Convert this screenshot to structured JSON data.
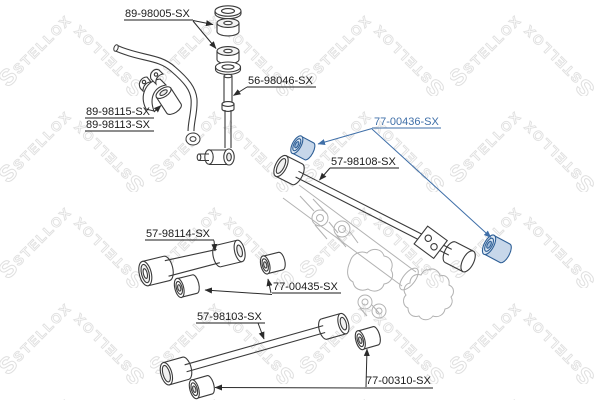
{
  "app": {
    "type": "parts-catalog-exploded-diagram"
  },
  "brand": {
    "watermark_text": "STELLOX",
    "watermark_logo_letter": "S"
  },
  "diagram": {
    "labels": [
      {
        "part_number": "89-98005-SX",
        "highlighted": false
      },
      {
        "part_number": "56-98046-SX",
        "highlighted": false
      },
      {
        "part_number": "89-98115-SX",
        "highlighted": false
      },
      {
        "part_number": "89-98113-SX",
        "highlighted": false
      },
      {
        "part_number": "77-00436-SX",
        "highlighted": true
      },
      {
        "part_number": "57-98108-SX",
        "highlighted": false
      },
      {
        "part_number": "57-98114-SX",
        "highlighted": false
      },
      {
        "part_number": "77-00435-SX",
        "highlighted": false
      },
      {
        "part_number": "57-98103-SX",
        "highlighted": false
      },
      {
        "part_number": "77-00310-SX",
        "highlighted": false
      }
    ],
    "parts": [
      {
        "name": "stabilizer-link-washers-and-bushings"
      },
      {
        "name": "stabilizer-link-rod"
      },
      {
        "name": "stabilizer-bar-with-bushing-and-bracket"
      },
      {
        "name": "track-control-rod"
      },
      {
        "name": "track-rod-bushing-highlighted-left"
      },
      {
        "name": "track-rod-bushing-highlighted-right"
      },
      {
        "name": "upper-lateral-arm"
      },
      {
        "name": "upper-arm-bushings"
      },
      {
        "name": "lower-lateral-arm"
      },
      {
        "name": "lower-arm-bushings"
      },
      {
        "name": "rear-axle-background-outline"
      }
    ],
    "colors": {
      "label_text": "#1b1b1b",
      "highlight_blue": "#3f6fa8",
      "highlight_fill": "#c7d7ea",
      "part_outline": "#3a3a3a",
      "background_art": "#b2b2b2",
      "watermark": "#e0e0e0",
      "background": "#ffffff"
    }
  }
}
